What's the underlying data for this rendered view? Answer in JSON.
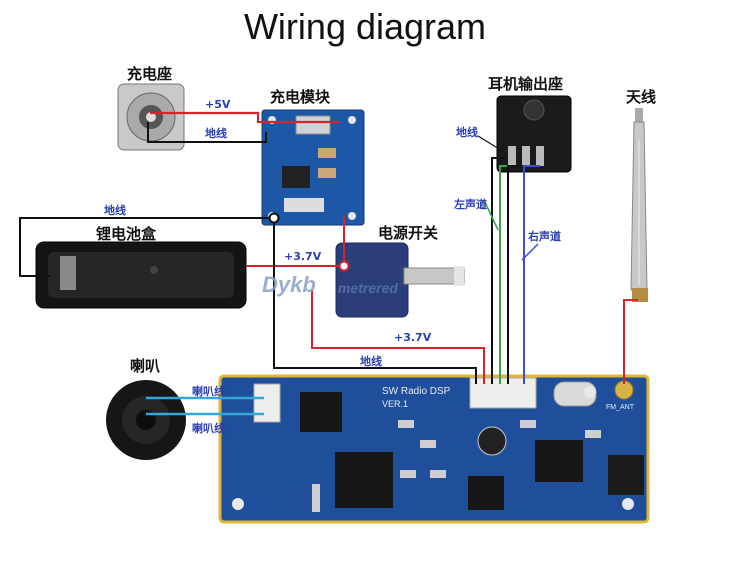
{
  "title": "Wiring diagram",
  "components": {
    "charging_port": "充电座",
    "charging_module": "充电模块",
    "earphone_jack": "耳机输出座",
    "antenna": "天线",
    "battery_box": "锂电池盒",
    "power_switch": "电源开关",
    "speaker": "喇叭"
  },
  "wire_labels": {
    "plus5v": "+5V",
    "ground_top": "地线",
    "ground_battery": "地线",
    "ground_jack": "地线",
    "ground_bottom": "地线",
    "left_channel": "左声道",
    "right_channel": "右声道",
    "plus37v_switch": "+3.7V",
    "plus37v_board": "+3.7V",
    "speaker_line_1": "喇叭线",
    "speaker_line_2": "喇叭线"
  },
  "watermark": {
    "brand": "Dykb",
    "sub": "metrered"
  },
  "pcb": {
    "name": "SW Radio DSP",
    "version": "VER.1",
    "fm_ant": "FM_ANT"
  },
  "colors": {
    "wire_red": "#d8232a",
    "wire_black": "#111111",
    "wire_green": "#3aa64a",
    "wire_blue": "#3b4fd0",
    "wire_speaker": "#33a7d6",
    "pcb_blue": "#1f4f9a",
    "pcb_border": "#e0b53a"
  }
}
